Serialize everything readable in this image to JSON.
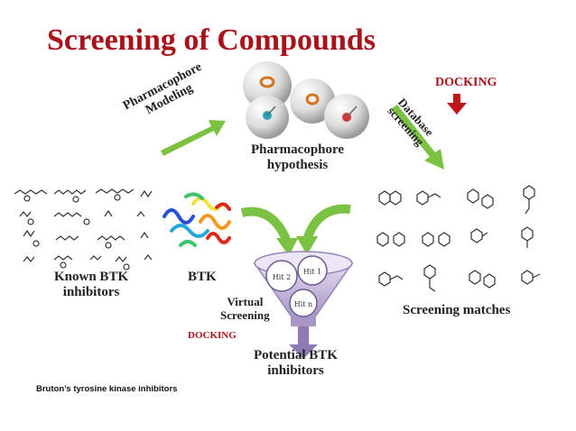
{
  "title": "Screening of Compounds",
  "labels": {
    "docking_top": "DOCKING",
    "pharmacophore_modeling": "Pharmacophore\nModeling",
    "pharmacophore_hypothesis": "Pharmacophore\nhypothesis",
    "database_screening": "Database\nscreening",
    "known_btk_inhibitors": "Known BTK\ninhibitors",
    "btk": "BTK",
    "virtual_screening": "Virtual\nScreening",
    "docking_bottom": "DOCKING",
    "potential_btk_inhibitors": "Potential BTK\ninhibitors",
    "screening_matches": "Screening matches",
    "hit_1": "Hit 1",
    "hit_2": "Hit 2",
    "hit_n": "Hit n"
  },
  "footnote": "Bruton’s tyrosine kinase inhibitors",
  "colors": {
    "title": "#a8121b",
    "arrow_green": "#7cc242",
    "docking_arrow": "#c0141b",
    "funnel": "#b3a2cc",
    "funnel_stem": "#8f7bb3"
  }
}
